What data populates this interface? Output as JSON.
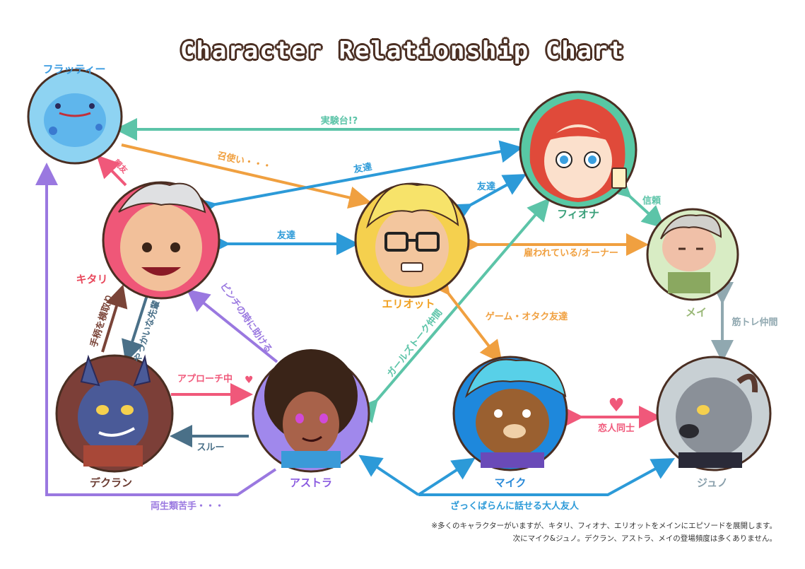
{
  "title": "Character Relationship Chart",
  "characters": {
    "flatty": {
      "name": "フラッティー",
      "color": "#3a9be0"
    },
    "kitari": {
      "name": "キタリ",
      "color": "#e8485c"
    },
    "eliot": {
      "name": "エリオット",
      "color": "#f0a020"
    },
    "fiona": {
      "name": "フィオナ",
      "color": "#3aa07a"
    },
    "mei": {
      "name": "メイ",
      "color": "#9ab878"
    },
    "deklan": {
      "name": "デクラン",
      "color": "#6a3a30"
    },
    "astra": {
      "name": "アストラ",
      "color": "#8a5ae0"
    },
    "mike": {
      "name": "マイク",
      "color": "#2a8ad8"
    },
    "juno": {
      "name": "ジュノ",
      "color": "#8aa0ac"
    }
  },
  "relations": {
    "flatty_fiona": "実験台!?",
    "flatty_eliot": "召使い・・・",
    "kitari_flatty": "親友",
    "kitari_fiona": "友達",
    "eliot_fiona": "友達",
    "kitari_eliot": "友達",
    "fiona_mei": "信頼",
    "eliot_mei": "雇われている/オーナー",
    "deklan_kitari": "手柄を横取り",
    "kitari_deklan": "やっかいな先輩",
    "astra_kitari": "ピンチの時に助ける",
    "astra_fiona": "ガールズトーク仲間",
    "eliot_mike": "ゲーム・オタク友達",
    "mei_juno": "筋トレ仲間",
    "deklan_astra": "アプローチ中",
    "astra_deklan": "スルー",
    "mike_juno": "恋人同士",
    "astra_mike_juno": "ざっくばらんに話せる大人友人",
    "astra_flatty": "両生類苦手・・・"
  },
  "notes": [
    "※多くのキャラクターがいますが、キタリ、フィオナ、エリオットをメインにエピソードを展開します。",
    "次にマイク&ジュノ。デクラン、アストラ、メイの登場頻度は多くありません。"
  ],
  "colors": {
    "teal": "#5cc4a8",
    "orange": "#f0a040",
    "blue": "#2c9ad8",
    "pink": "#f0587a",
    "purple": "#9a78e0",
    "maroon": "#7a4438",
    "steel": "#4a7088",
    "grey": "#90a8b0"
  }
}
